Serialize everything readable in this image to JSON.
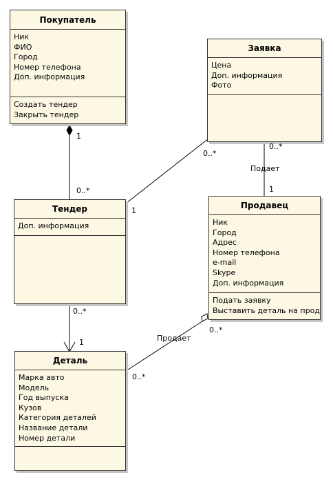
{
  "classes": {
    "buyer": {
      "name": "Покупатель",
      "attributes": [
        "Ник",
        "ФИО",
        "Город",
        "Номер телефона",
        "Доп. информация"
      ],
      "operations": [
        "Создать тендер",
        "Закрыть тендер"
      ]
    },
    "request": {
      "name": "Заявка",
      "attributes": [
        "Цена",
        "Доп. информация",
        "Фото"
      ],
      "operations": []
    },
    "tender": {
      "name": "Тендер",
      "attributes": [
        "Доп. информация"
      ],
      "operations": []
    },
    "seller": {
      "name": "Продавец",
      "attributes": [
        "Ник",
        "Город",
        "Адрес",
        "Номер телефона",
        "e-mail",
        "Skype",
        "Доп. информация"
      ],
      "operations": [
        "Подать заявку",
        "Выставить деталь на прода"
      ]
    },
    "part": {
      "name": "Деталь",
      "attributes": [
        "Марка авто",
        "Модель",
        "Год выпуска",
        "Кузов",
        "Категория деталей",
        "Название детали",
        "Номер детали"
      ],
      "operations": []
    }
  },
  "associations": {
    "buyer_tender": {
      "source_mult": "1",
      "target_mult": "0..*",
      "kind": "composition"
    },
    "request_tender": {
      "source_mult": "0..*",
      "target_mult": "1"
    },
    "request_seller": {
      "name": "Подает",
      "source_mult": "0..*",
      "target_mult": "1"
    },
    "tender_part": {
      "source_mult": "0..*",
      "target_mult": "1",
      "kind": "navigable"
    },
    "seller_part": {
      "name": "Продает",
      "source_mult": "0..*",
      "target_mult": "0..*",
      "kind": "aggregation"
    }
  },
  "colors": {
    "class_fill": "#fcf8e4",
    "border": "#333333",
    "shadow": "#c4c4c4",
    "line": "#000000"
  }
}
